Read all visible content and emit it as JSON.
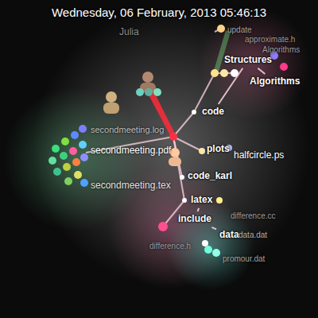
{
  "diagram": {
    "title": "Wednesday, 06 February, 2013 05:46:13",
    "nodes": [
      {
        "text": [
          "code"
        ]
      },
      {
        "text": [
          "Structures"
        ]
      },
      {
        "text": [
          "Algorithms"
        ]
      },
      {
        "text": [
          "plots"
        ]
      },
      {
        "text": [
          "code_karl"
        ]
      },
      {
        "text": [
          "latex"
        ]
      },
      {
        "text": [
          "include"
        ]
      },
      {
        "text": [
          "data"
        ]
      }
    ],
    "edges": [
      {
        "from": 0,
        "to": 1,
        "arrow": "none"
      },
      {
        "from": 1,
        "to": 2,
        "arrow": "none"
      },
      {
        "from": 5,
        "to": 6,
        "arrow": "none"
      },
      {
        "from": 6,
        "to": 7,
        "arrow": "none"
      }
    ],
    "labels": [
      "Julia",
      "update",
      "approximate.h",
      "Algorithms",
      "secondmeeting.log",
      "secondmeeting.pdf",
      "secondmeeting.tex",
      "halfcircle.ps",
      "difference.cc",
      "difference.h",
      "data.dat",
      "promour.dat"
    ]
  }
}
